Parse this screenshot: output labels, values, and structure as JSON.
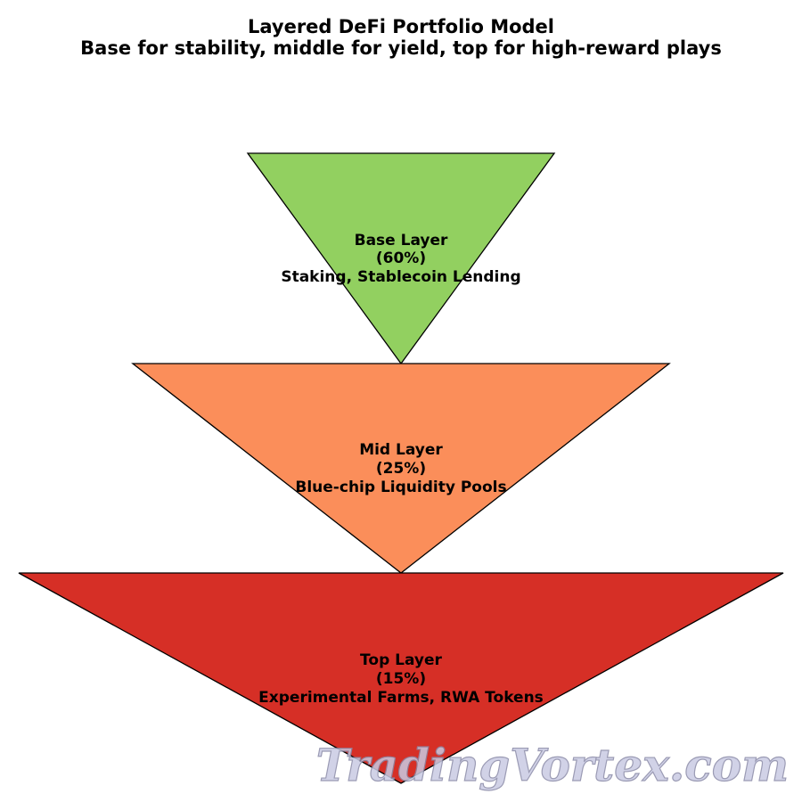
{
  "title": {
    "line1": "Layered DeFi Portfolio Model",
    "line2": "Base for stability, middle for yield, top for high-reward plays"
  },
  "layers": [
    {
      "name": "Base Layer",
      "share": "(60%)",
      "description": "Staking, Stablecoin Lending",
      "color": "#92d060"
    },
    {
      "name": "Mid Layer",
      "share": "(25%)",
      "description": "Blue-chip Liquidity Pools",
      "color": "#fb8e5a"
    },
    {
      "name": "Top Layer",
      "share": "(15%)",
      "description": "Experimental Farms, RWA Tokens",
      "color": "#d62f26"
    }
  ],
  "watermark": "TradingVortex.com"
}
